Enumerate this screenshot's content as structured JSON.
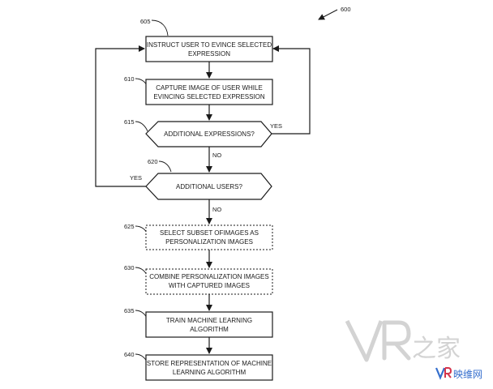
{
  "figure_ref": "600",
  "steps": [
    {
      "ref": "605",
      "line1": "INSTRUCT USER TO EVINCE SELECTED",
      "line2": "EXPRESSION"
    },
    {
      "ref": "610",
      "line1": "CAPTURE IMAGE OF USER WHILE",
      "line2": "EVINCING SELECTED EXPRESSION"
    },
    {
      "ref": "615",
      "line1": "ADDITIONAL EXPRESSIONS?",
      "line2": ""
    },
    {
      "ref": "620",
      "line1": "ADDITIONAL USERS?",
      "line2": ""
    },
    {
      "ref": "625",
      "line1": "SELECT SUBSET OFIMAGES AS",
      "line2": "PERSONALIZATION IMAGES"
    },
    {
      "ref": "630",
      "line1": "COMBINE PERSONALIZATION IMAGES",
      "line2": "WITH CAPTURED IMAGES"
    },
    {
      "ref": "635",
      "line1": "TRAIN MACHINE LEARNING",
      "line2": "ALGORITHM"
    },
    {
      "ref": "640",
      "line1": "STORE REPRESENTATION OF MACHINE",
      "line2": "LEARNING ALGORITHM"
    }
  ],
  "branches": {
    "expressions_yes": "YES",
    "expressions_no": "NO",
    "users_yes": "YES",
    "users_no": "NO"
  },
  "watermark": {
    "logo_text": "VR之家",
    "sub_text": "映维网"
  },
  "colors": {
    "line": "#1a1a1a",
    "watermark_gray": "#c8c8c8",
    "watermark_blue": "#1f5fc8",
    "watermark_red": "#d0203a"
  }
}
